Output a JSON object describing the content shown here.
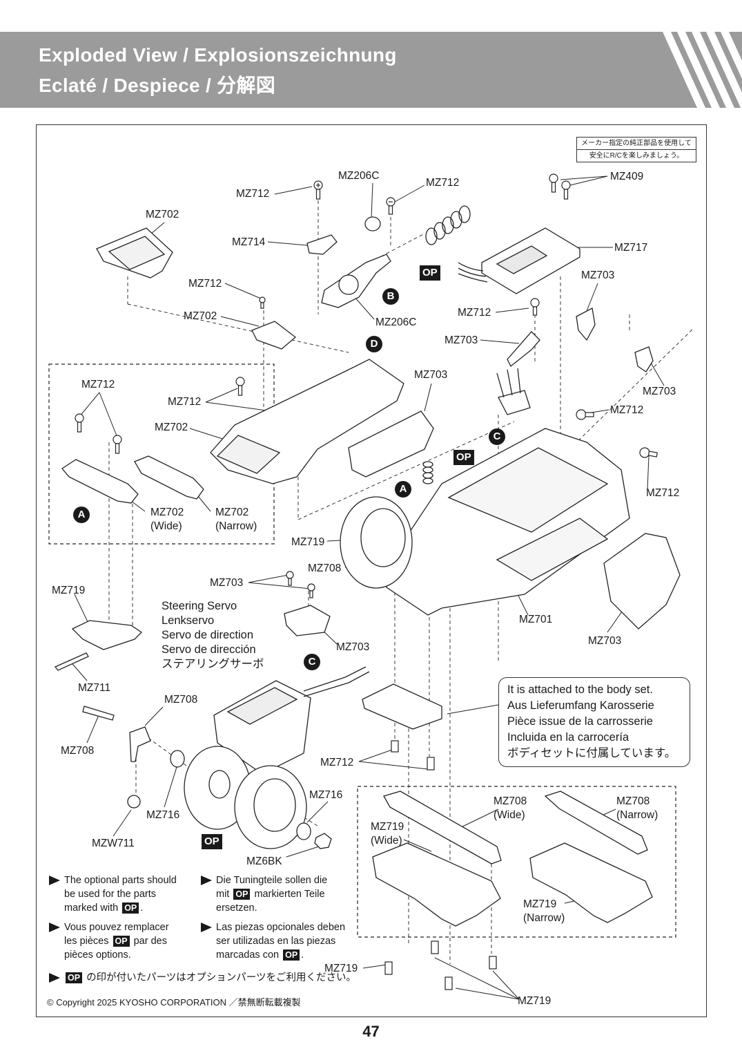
{
  "header": {
    "title_line1": "Exploded View  /  Explosionszeichnung",
    "title_line2": "Eclaté  /  Despiece  /  分解図"
  },
  "note_box": {
    "line1": "メーカー指定の純正部品を使用して",
    "line2": "安全にR/Cを楽しみましょう。"
  },
  "labels": {
    "mz712_a": "MZ712",
    "mz206c_a": "MZ206C",
    "mz712_b": "MZ712",
    "mz409": "MZ409",
    "mz702_a": "MZ702",
    "mz714": "MZ714",
    "mz717": "MZ717",
    "mz712_c": "MZ712",
    "mz703_a": "MZ703",
    "mz702_b": "MZ702",
    "mz206c_b": "MZ206C",
    "mz712_d": "MZ712",
    "mz703_b": "MZ703",
    "mz703_c": "MZ703",
    "mz712_e": "MZ712",
    "mz703_d": "MZ703",
    "mz712_f": "MZ712",
    "mz712_g": "MZ712",
    "mz702_c": "MZ702",
    "mz712_h": "MZ712",
    "mz702_wide": "MZ702",
    "wide_a": "(Wide)",
    "mz702_narrow": "MZ702",
    "narrow_a": "(Narrow)",
    "mz719_a": "MZ719",
    "mz708_a": "MZ708",
    "mz703_e": "MZ703",
    "mz719_b": "MZ719",
    "mz701": "MZ701",
    "mz703_f": "MZ703",
    "mz703_g": "MZ703",
    "mz711": "MZ711",
    "mz708_b": "MZ708",
    "mz708_c": "MZ708",
    "mz716_a": "MZ716",
    "mz716_b": "MZ716",
    "mzw711": "MZW711",
    "mz6bk": "MZ6BK",
    "mz712_i": "MZ712",
    "mz708_wide": "MZ708",
    "wide_b": "(Wide)",
    "mz708_narrow": "MZ708",
    "narrow_b": "(Narrow)",
    "mz719_wide": "MZ719",
    "wide_c": "(Wide)",
    "mz719_narrow": "MZ719",
    "narrow_c": "(Narrow)",
    "mz719_c": "MZ719",
    "mz719_d": "MZ719"
  },
  "servo_label": {
    "en": "Steering Servo",
    "de": "Lenkservo",
    "fr": "Servo de direction",
    "es": "Servo de dirección",
    "ja": "ステアリングサーボ"
  },
  "callout": {
    "en": "It is attached to the body set.",
    "de": "Aus Lieferumfang Karosserie",
    "fr": "Pièce issue de la carrosserie",
    "es": "Incluida en la carrocería",
    "ja": "ボディセットに付属しています。"
  },
  "markers": {
    "a": "A",
    "b": "B",
    "c": "C",
    "d": "D",
    "op": "OP"
  },
  "notes": {
    "en_1": "The optional parts should",
    "en_2": "be used for the parts",
    "en_3": "marked with",
    "en_end": ".",
    "de_1": "Die Tuningteile sollen die",
    "de_2a": "mit",
    "de_2b": "markierten Teile",
    "de_3": "ersetzen.",
    "fr_1": "Vous pouvez remplacer",
    "fr_2a": "les pièces",
    "fr_2b": "par des",
    "fr_3": "pièces options.",
    "es_1": "Las piezas opcionales deben",
    "es_2": "ser utilizadas en las piezas",
    "es_3a": "marcadas con",
    "es_end": ".",
    "ja": "の印が付いたパーツはオプションパーツをご利用ください。"
  },
  "copyright": "© Copyright 2025 KYOSHO CORPORATION ／禁無断転載複製",
  "page_number": "47"
}
